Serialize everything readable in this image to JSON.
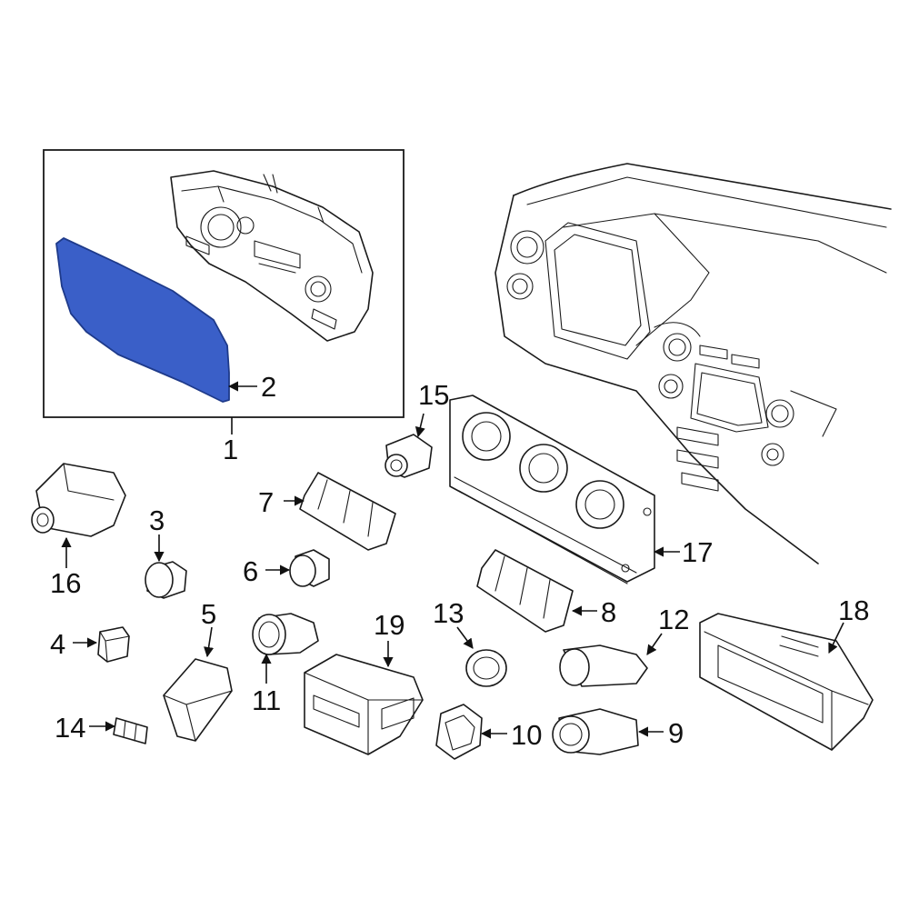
{
  "colors": {
    "highlight_fill": "#3a5fc8",
    "highlight_stroke": "#1e3a8a",
    "line": "#1a1a1a",
    "background": "#ffffff"
  },
  "callouts": {
    "c1": "1",
    "c2": "2",
    "c3": "3",
    "c4": "4",
    "c5": "5",
    "c6": "6",
    "c7": "7",
    "c8": "8",
    "c9": "9",
    "c10": "10",
    "c11": "11",
    "c12": "12",
    "c13": "13",
    "c14": "14",
    "c15": "15",
    "c16": "16",
    "c17": "17",
    "c18": "18",
    "c19": "19"
  }
}
